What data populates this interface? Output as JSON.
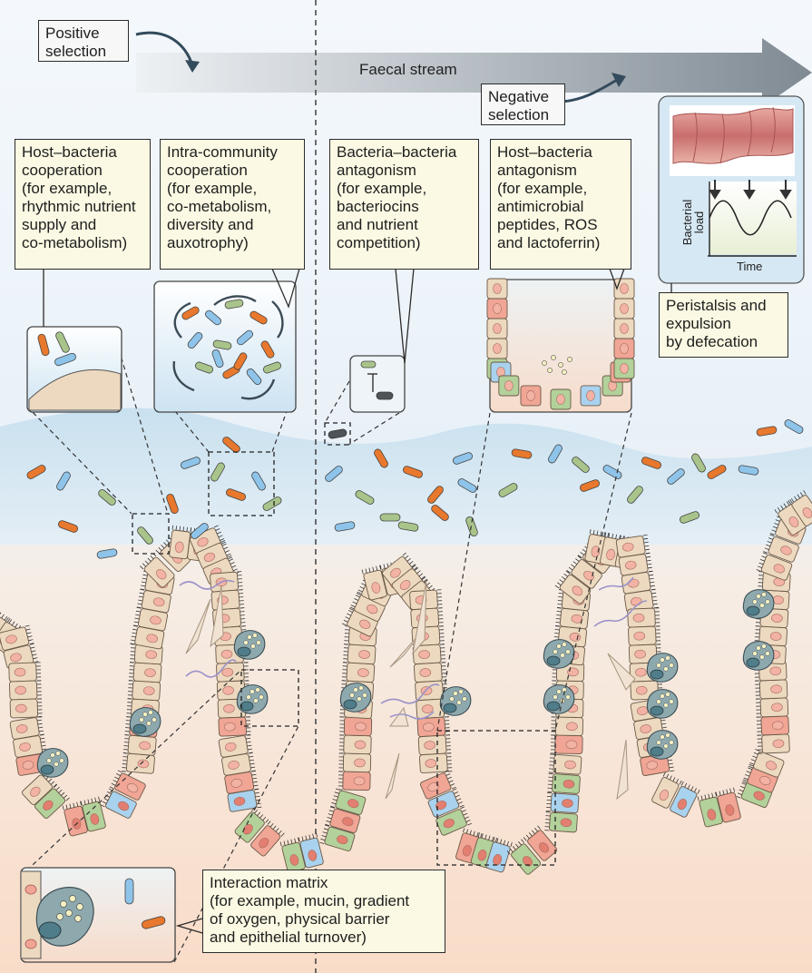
{
  "figure": {
    "positive_selection": "Positive\nselection",
    "negative_selection": "Negative\nselection",
    "faecal_stream": "Faecal stream",
    "host_bacteria_cooperation": "Host–bacteria\ncooperation\n(for example,\nrhythmic nutrient\nsupply and\nco-metabolism)",
    "intra_community_cooperation": "Intra-community\ncooperation\n(for example,\nco-metabolism,\ndiversity and\nauxotrophy)",
    "bacteria_bacteria_antagonism": "Bacteria–bacteria\nantagonism\n(for example,\nbacteriocins\nand nutrient\ncompetition)",
    "host_bacteria_antagonism": "Host–bacteria\nantagonism\n(for example,\nantimicrobial\npeptides, ROS\nand lactoferrin)",
    "peristalsis": "Peristalsis and\nexpulsion\nby defecation",
    "interaction_matrix": "Interaction matrix\n(for example, mucin, gradient\nof oxygen, physical barrier\nand epithelial turnover)",
    "inset_y_label": "Bacterial\nload",
    "inset_x_label": "Time"
  },
  "colors": {
    "bacteria_orange": "#e8782d",
    "bacteria_blue": "#8fc4ea",
    "bacteria_green": "#a9c48a",
    "cell_beige": "#ecd9bf",
    "paneth_red": "#f0a595",
    "stem_blue": "#a9d2ee",
    "goblet_green": "#b3d19a",
    "goblet_cell": "#8ea9ae",
    "label_fill": "#fbf9e3",
    "lumen_blue": "#cfe5f1"
  }
}
